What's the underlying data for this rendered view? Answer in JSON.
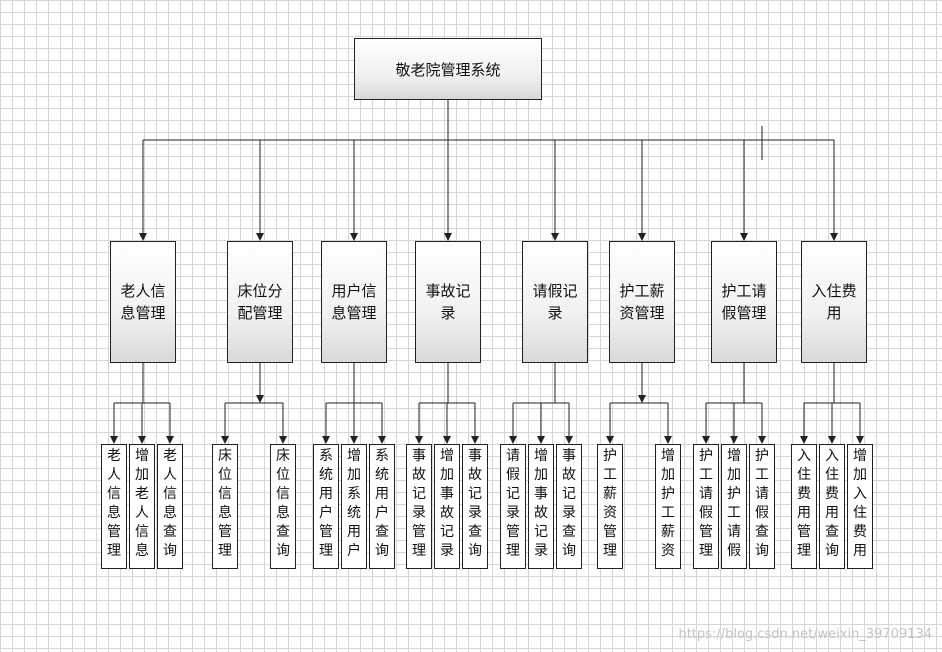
{
  "root": {
    "label": "敬老院管理系统"
  },
  "modules": [
    {
      "id": "elder",
      "label": "老人信息管理",
      "children": [
        "老人信息管理",
        "增加老人信息",
        "老人信息查询"
      ]
    },
    {
      "id": "bed",
      "label": "床位分配管理",
      "children": [
        "床位信息管理",
        "床位信息查询"
      ]
    },
    {
      "id": "user",
      "label": "用户信息管理",
      "children": [
        "系统用户管理",
        "增加系统用户",
        "系统用户查询"
      ]
    },
    {
      "id": "accident",
      "label": "事故记录",
      "children": [
        "事故记录管理",
        "增加事故记录",
        "事故记录查询"
      ]
    },
    {
      "id": "leave",
      "label": "请假记录",
      "children": [
        "请假记录管理",
        "增加事故记录",
        "事故记录查询"
      ]
    },
    {
      "id": "salary",
      "label": "护工薪资管理",
      "children": [
        "护工薪资管理",
        "增加护工薪资"
      ]
    },
    {
      "id": "carer-leave",
      "label": "护工请假管理",
      "children": [
        "护工请假管理",
        "增加护工请假",
        "护工请假查询"
      ]
    },
    {
      "id": "fee",
      "label": "入住费用",
      "children": [
        "入住费用管理",
        "入住费用查询",
        "增加入住费用"
      ]
    }
  ],
  "watermark": "https://blog.csdn.net/weixin_39709134"
}
